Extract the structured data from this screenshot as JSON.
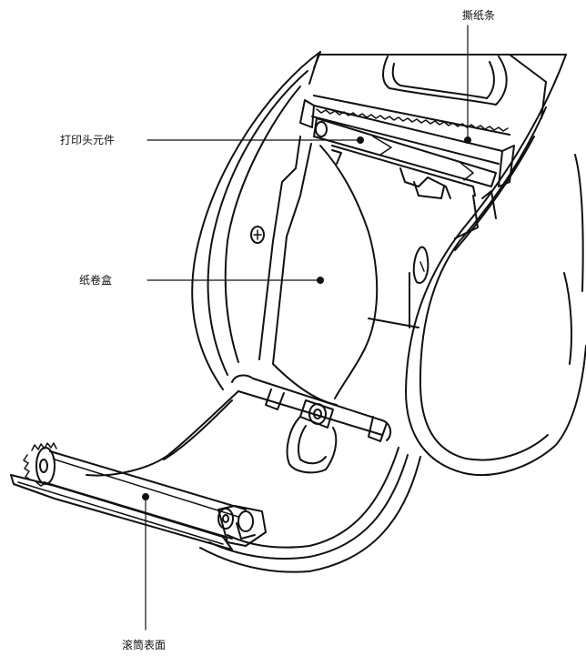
{
  "labels": {
    "tear_bar": "撕纸条",
    "print_head": "打印头元件",
    "paper_box": "纸卷盒",
    "platen_roller": "滚筒表面"
  }
}
